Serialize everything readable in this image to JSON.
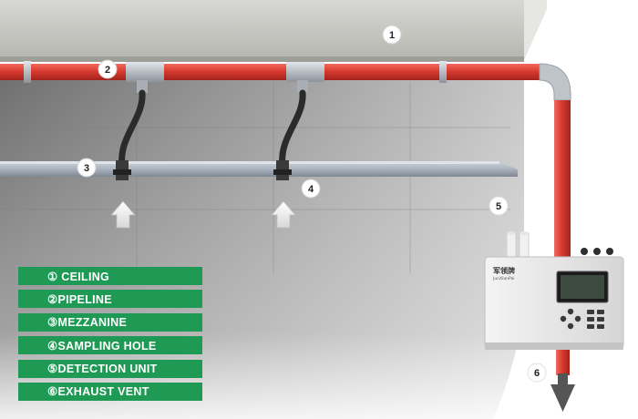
{
  "markers": [
    {
      "number": "1"
    },
    {
      "number": "2"
    },
    {
      "number": "3"
    },
    {
      "number": "4"
    },
    {
      "number": "5"
    },
    {
      "number": "6"
    }
  ],
  "legend": [
    {
      "label": "① CEILING"
    },
    {
      "label": "②PIPELINE"
    },
    {
      "label": "③MEZZANINE"
    },
    {
      "label": "④SAMPLING HOLE"
    },
    {
      "label": "⑤DETECTION UNIT"
    },
    {
      "label": "⑥EXHAUST VENT"
    }
  ],
  "device": {
    "brand": "军领牌",
    "sub": "JunXianPai"
  },
  "colors": {
    "pipe": "#d93b30",
    "legend_bg": "#1f9a55",
    "wall": "#8f8f8f",
    "ceiling": "#c9c9c5"
  }
}
